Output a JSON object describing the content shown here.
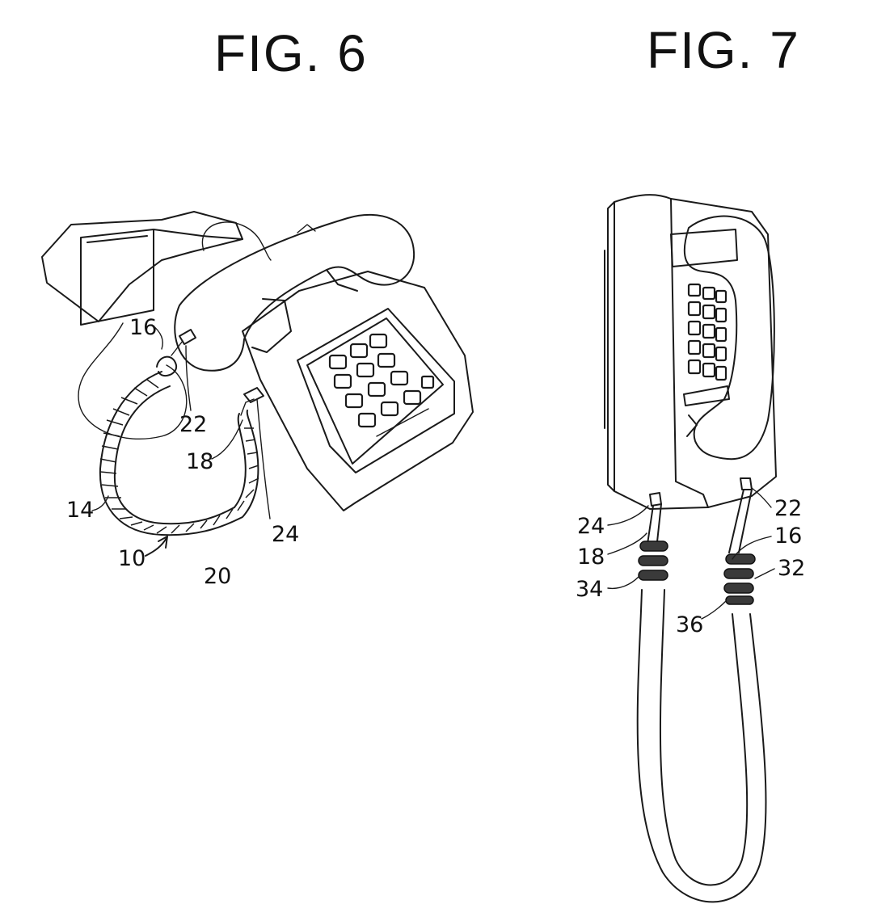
{
  "figures": {
    "fig6": {
      "title": "FIG. 6",
      "refs": {
        "r10": "10",
        "r14": "14",
        "r16": "16",
        "r18": "18",
        "r20": "20",
        "r22": "22",
        "r24": "24"
      }
    },
    "fig7": {
      "title": "FIG. 7",
      "refs": {
        "r16": "16",
        "r18": "18",
        "r22": "22",
        "r24": "24",
        "r32": "32",
        "r34": "34",
        "r36": "36"
      }
    }
  }
}
